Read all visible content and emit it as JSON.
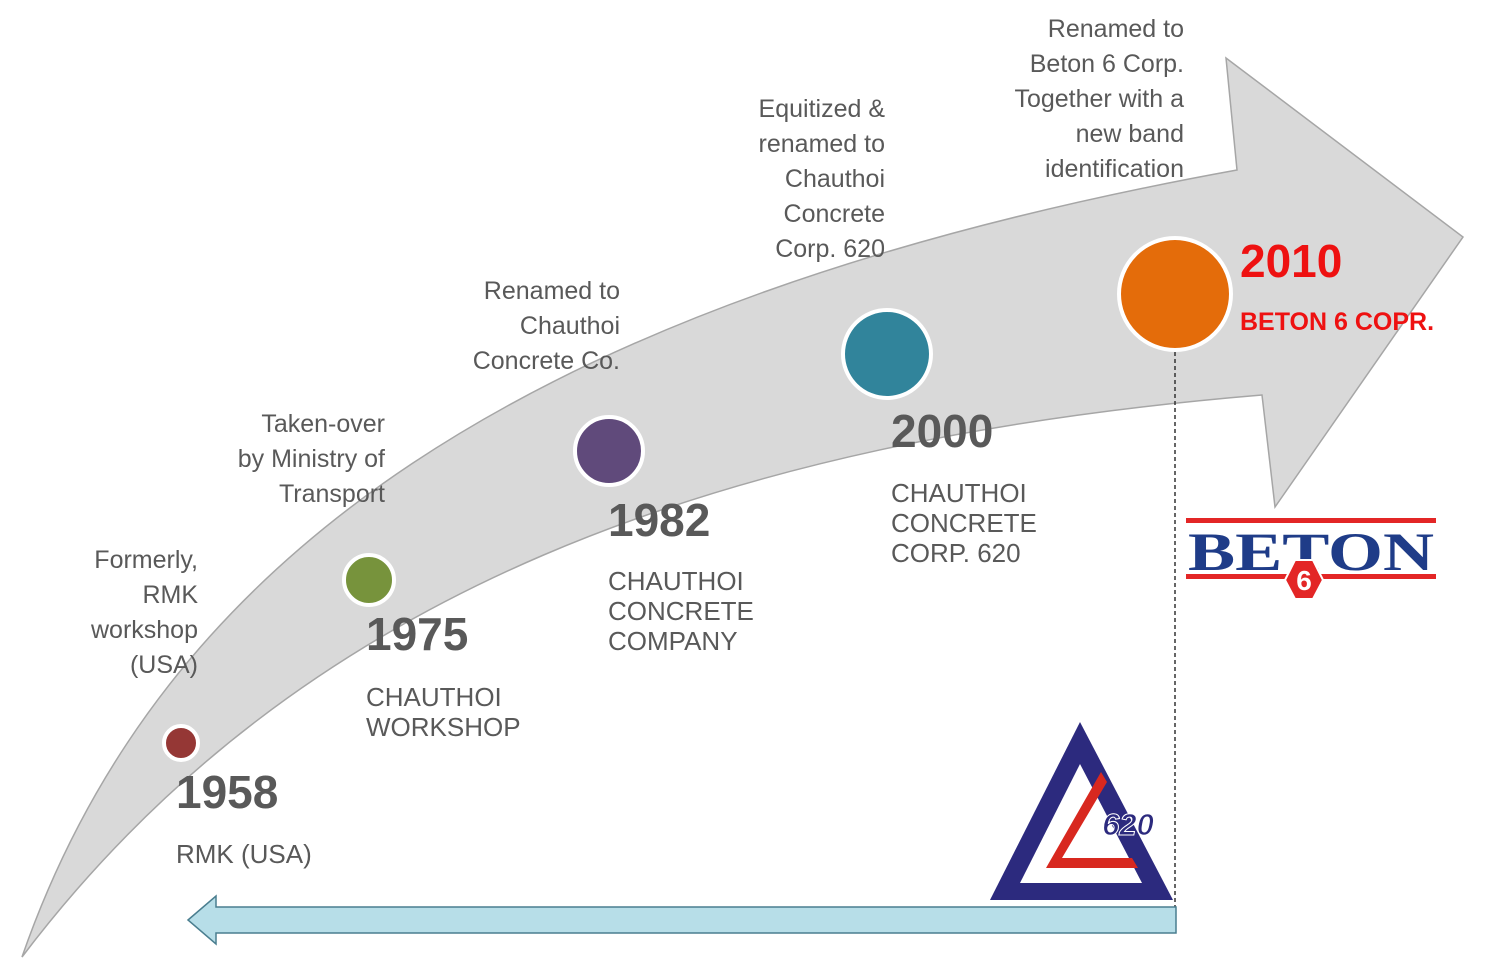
{
  "milestones": [
    {
      "year": "1958",
      "name": [
        "RMK (USA)"
      ],
      "description": [
        "Formerly,",
        "RMK",
        "workshop",
        "(USA)"
      ],
      "color": "#953735"
    },
    {
      "year": "1975",
      "name": [
        "CHAUTHOI",
        "WORKSHOP"
      ],
      "description": [
        "Taken-over",
        "by Ministry of",
        "Transport"
      ],
      "color": "#77933c"
    },
    {
      "year": "1982",
      "name": [
        "CHAUTHOI",
        "CONCRETE",
        "COMPANY"
      ],
      "description": [
        "Renamed to",
        "Chauthoi",
        "Concrete Co."
      ],
      "color": "#604a7b"
    },
    {
      "year": "2000",
      "name": [
        "CHAUTHOI",
        "CONCRETE",
        "CORP. 620"
      ],
      "description": [
        "Equitized &",
        "renamed to",
        "Chauthoi",
        "Concrete",
        "Corp. 620"
      ],
      "color": "#31849b"
    },
    {
      "year": "2010",
      "name": [
        "BETON 6 COPR."
      ],
      "description": [
        "Renamed to",
        "Beton 6 Corp.",
        "Together with a",
        "new band",
        "identification"
      ],
      "color": "#e46c0a"
    }
  ],
  "logos": {
    "beton6": {
      "word": "BETON",
      "number": "6"
    },
    "c620": {
      "number": "620"
    }
  },
  "colors": {
    "arrow_fill": "#d9d9d9",
    "arrow_stroke": "#a6a6a6",
    "text": "#595959",
    "accent_red": "#ee1111",
    "back_arrow_fill": "#b7dee8",
    "back_arrow_stroke": "#4a7e8f",
    "beton_blue": "#1f3c88",
    "beton_red": "#e32626",
    "c620_navy": "#2c2a7e",
    "c620_red": "#d8281f"
  }
}
